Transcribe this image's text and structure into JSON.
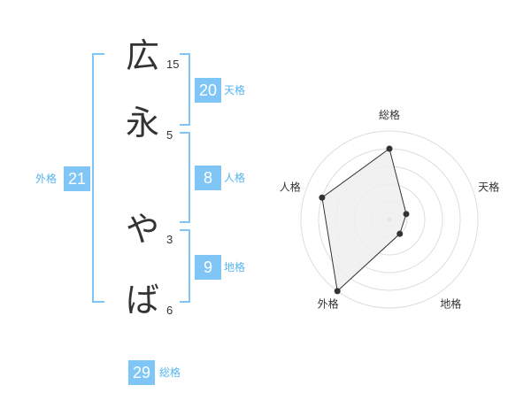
{
  "name_chars": [
    "広",
    "永",
    "や",
    "ば"
  ],
  "strokes": [
    "15",
    "5",
    "3",
    "6"
  ],
  "fortunes": {
    "tenkaku": {
      "value": "20",
      "label": "天格"
    },
    "jinkaku": {
      "value": "8",
      "label": "人格"
    },
    "chikaku": {
      "value": "9",
      "label": "地格"
    },
    "gaikaku": {
      "value": "21",
      "label": "外格"
    },
    "soukaku": {
      "value": "29",
      "label": "総格"
    }
  },
  "radar": {
    "axes": [
      "総格",
      "天格",
      "地格",
      "外格",
      "人格"
    ],
    "levels": 5,
    "values": [
      4,
      1,
      1,
      5,
      4
    ],
    "max": 5,
    "fill_color": "#eeeeee",
    "line_color": "#333333",
    "grid_color": "#dddddd"
  },
  "colors": {
    "accent": "#7fc6f6",
    "accent_text": "#55b4ef"
  }
}
